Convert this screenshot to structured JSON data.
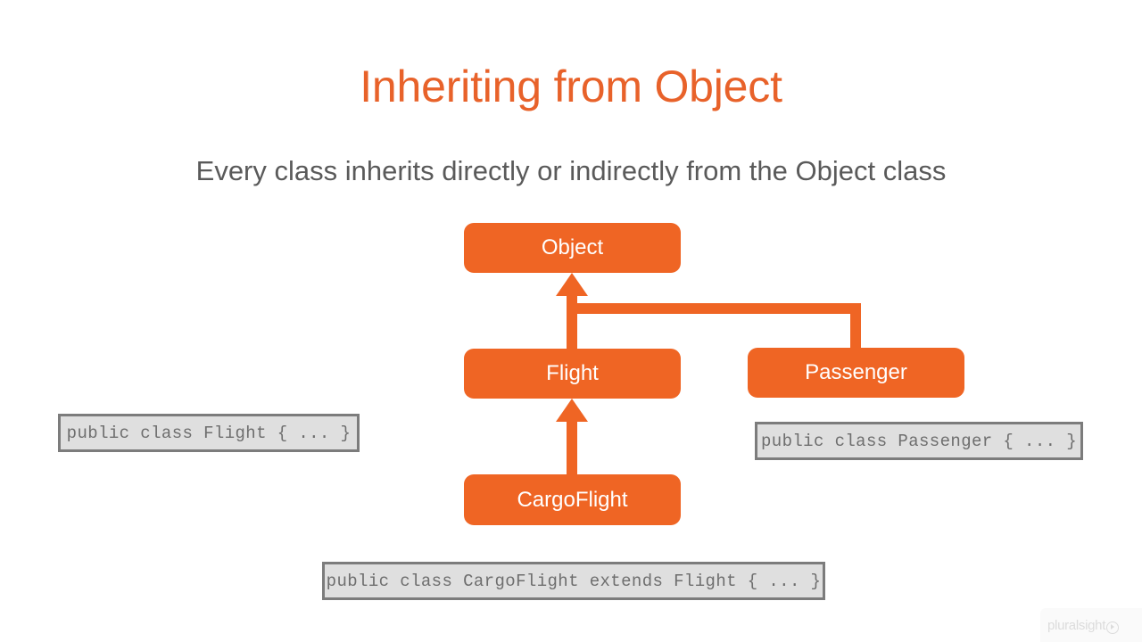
{
  "slide": {
    "title": "Inheriting from Object",
    "subtitle": "Every class inherits directly or indirectly from the Object class",
    "accent_color": "#EF6524",
    "title_color": "#E8622A",
    "subtitle_color": "#5A5A5A",
    "background_color": "#FFFFFF"
  },
  "diagram": {
    "type": "class-inheritance-hierarchy",
    "nodes": [
      {
        "id": "object",
        "label": "Object"
      },
      {
        "id": "flight",
        "label": "Flight"
      },
      {
        "id": "cargoflight",
        "label": "CargoFlight"
      },
      {
        "id": "passenger",
        "label": "Passenger"
      }
    ],
    "edges": [
      {
        "from": "flight",
        "to": "object",
        "style": "arrow-up"
      },
      {
        "from": "passenger",
        "to": "object",
        "style": "elbow-merge"
      },
      {
        "from": "cargoflight",
        "to": "flight",
        "style": "arrow-up"
      }
    ]
  },
  "code_boxes": [
    {
      "id": "flight",
      "code": "public class Flight { ... }"
    },
    {
      "id": "passenger",
      "code": "public class Passenger { ... }"
    },
    {
      "id": "cargoflight",
      "code": "public class CargoFlight extends Flight { ... }"
    }
  ],
  "watermark": {
    "text": "pluralsight",
    "color": "#DCDCDC"
  }
}
